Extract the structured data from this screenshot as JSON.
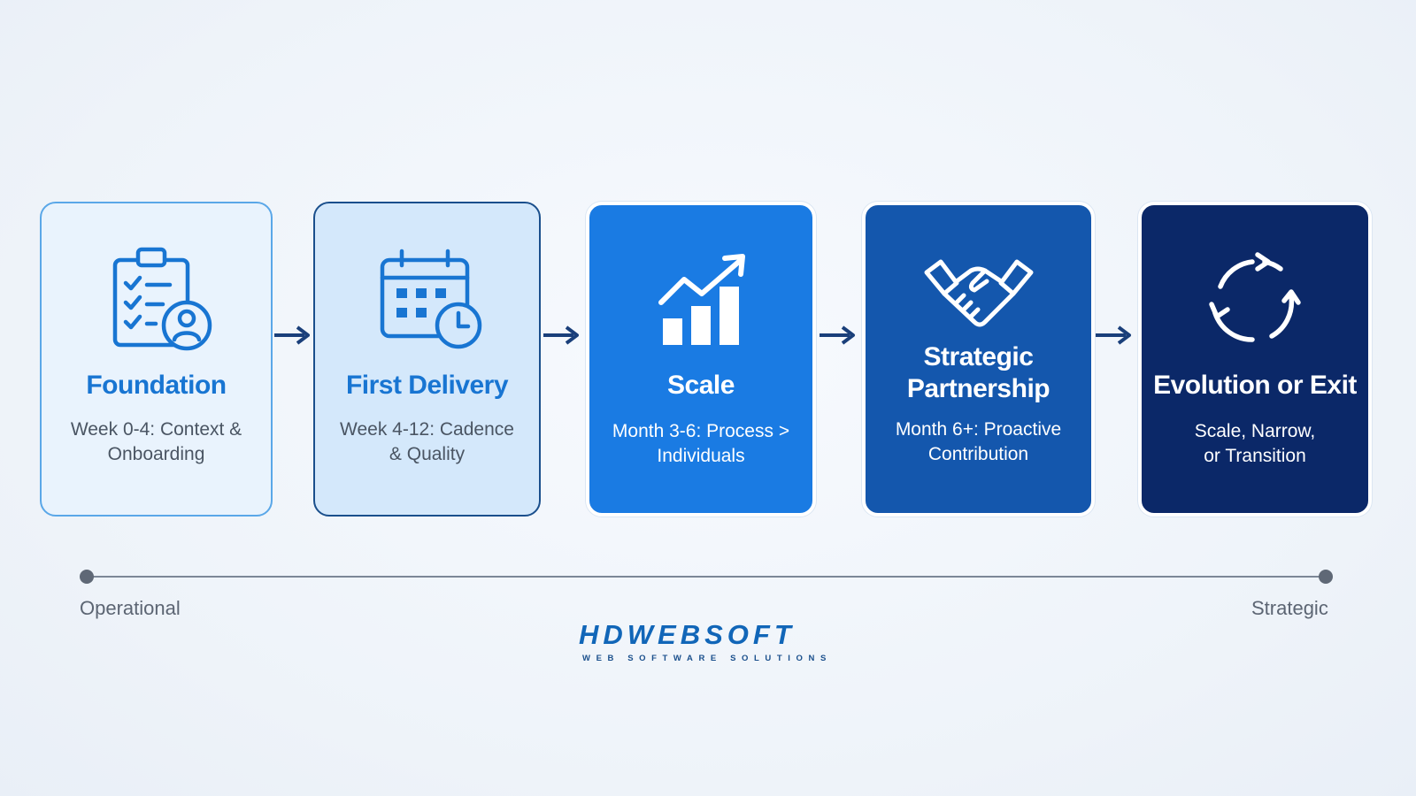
{
  "stages": [
    {
      "title": "Foundation",
      "description": "Week 0-4: Context & Onboarding",
      "icon": "clipboard-checklist-person-icon"
    },
    {
      "title": "First Delivery",
      "description": "Week 4-12: Cadence & Quality",
      "icon": "calendar-clock-icon"
    },
    {
      "title": "Scale",
      "description": "Month 3-6: Process > Individuals",
      "icon": "growth-chart-icon"
    },
    {
      "title": "Strategic Partnership",
      "description": "Month 6+: Proactive Contribution",
      "icon": "handshake-icon"
    },
    {
      "title": "Evolution or Exit",
      "description": "Scale, Narrow, or Transition",
      "icon": "cycle-arrows-icon"
    }
  ],
  "timeline": {
    "start_label": "Operational",
    "end_label": "Strategic"
  },
  "logo": {
    "name": "HDWEBSOFT",
    "tagline": "WEB SOFTWARE SOLUTIONS"
  },
  "colors": {
    "card_1": "#e9f3fd",
    "card_2": "#d4e8fb",
    "card_3": "#1a7be3",
    "card_4": "#1457ad",
    "card_5": "#0b2868",
    "accent": "#1875d2",
    "arrow": "#1a3f7a"
  }
}
